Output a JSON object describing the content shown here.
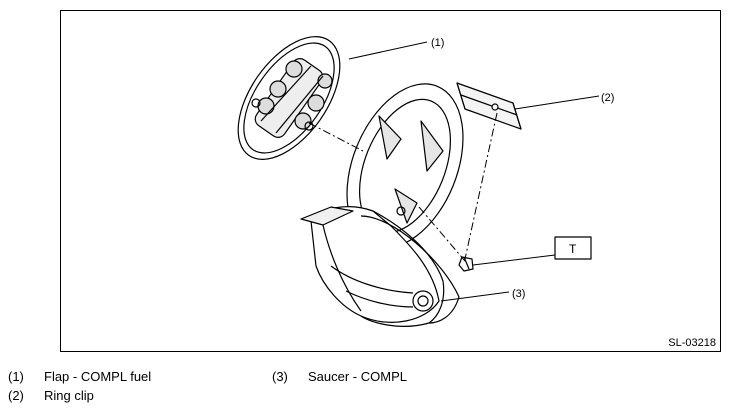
{
  "figure": {
    "id": "SL-03218",
    "callouts": {
      "c1": "(1)",
      "c2": "(2)",
      "c3": "(3)",
      "t": "T"
    }
  },
  "legend": [
    {
      "num": "(1)",
      "text": "Flap - COMPL fuel"
    },
    {
      "num": "(2)",
      "text": "Ring clip"
    },
    {
      "num": "(3)",
      "text": "Saucer - COMPL"
    }
  ]
}
